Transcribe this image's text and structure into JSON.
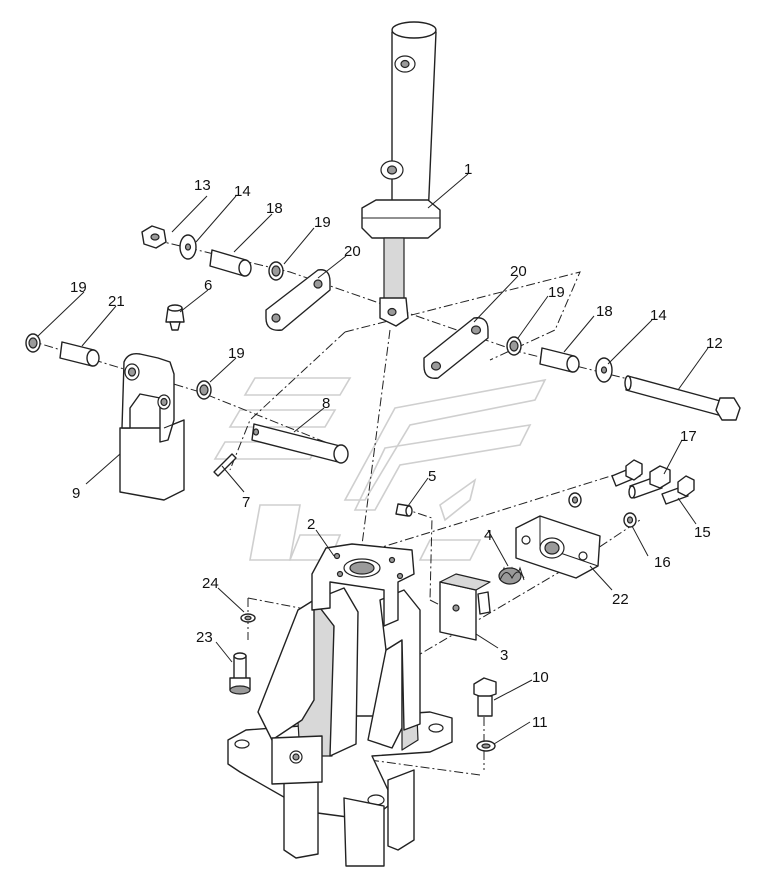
{
  "diagram": {
    "callouts": [
      {
        "id": "c1",
        "text": "1"
      },
      {
        "id": "c2",
        "text": "2"
      },
      {
        "id": "c3",
        "text": "3"
      },
      {
        "id": "c4",
        "text": "4"
      },
      {
        "id": "c5",
        "text": "5"
      },
      {
        "id": "c6",
        "text": "6"
      },
      {
        "id": "c7",
        "text": "7"
      },
      {
        "id": "c8",
        "text": "8"
      },
      {
        "id": "c9",
        "text": "9"
      },
      {
        "id": "c10",
        "text": "10"
      },
      {
        "id": "c11",
        "text": "11"
      },
      {
        "id": "c12",
        "text": "12"
      },
      {
        "id": "c13",
        "text": "13"
      },
      {
        "id": "c14a",
        "text": "14"
      },
      {
        "id": "c14b",
        "text": "14"
      },
      {
        "id": "c15",
        "text": "15"
      },
      {
        "id": "c16",
        "text": "16"
      },
      {
        "id": "c17",
        "text": "17"
      },
      {
        "id": "c18a",
        "text": "18"
      },
      {
        "id": "c18b",
        "text": "18"
      },
      {
        "id": "c19a",
        "text": "19"
      },
      {
        "id": "c19b",
        "text": "19"
      },
      {
        "id": "c19c",
        "text": "19"
      },
      {
        "id": "c19d",
        "text": "19"
      },
      {
        "id": "c20a",
        "text": "20"
      },
      {
        "id": "c20b",
        "text": "20"
      },
      {
        "id": "c21",
        "text": "21"
      },
      {
        "id": "c22",
        "text": "22"
      },
      {
        "id": "c23",
        "text": "23"
      },
      {
        "id": "c24",
        "text": "24"
      }
    ]
  }
}
